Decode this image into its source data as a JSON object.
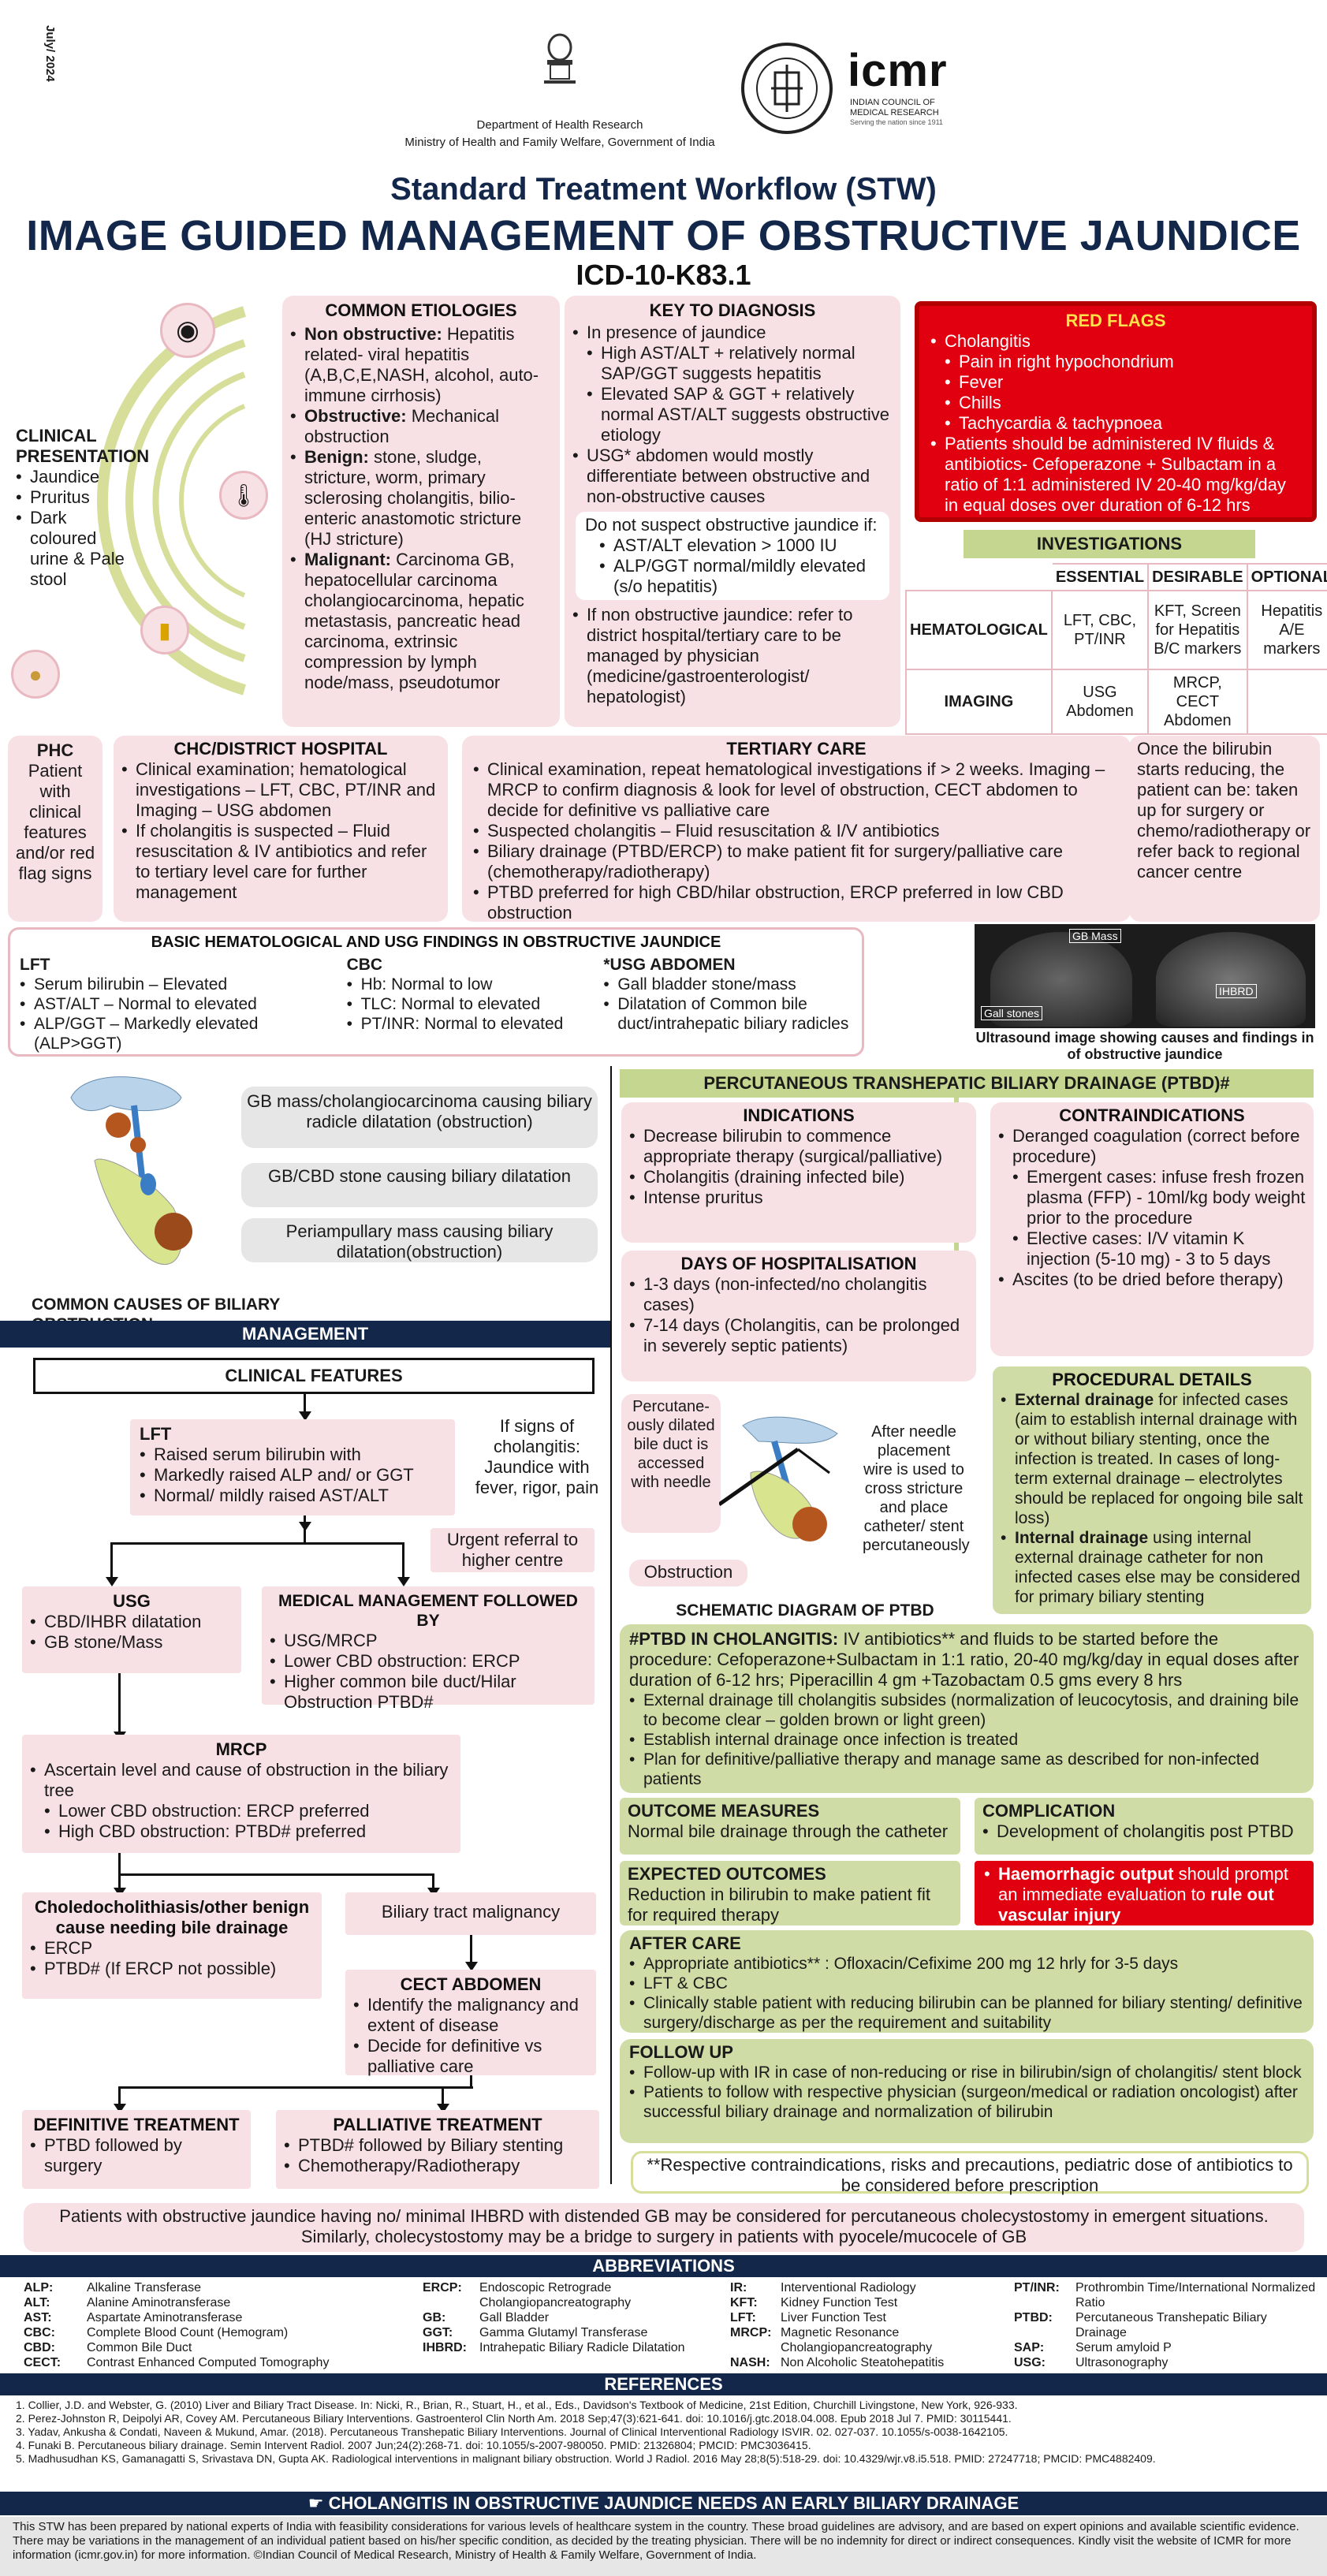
{
  "header": {
    "date": "July/ 2024",
    "dept_line1": "Department of Health Research",
    "dept_line2": "Ministry of Health and Family Welfare, Government of India",
    "icmr_logo": "icmr",
    "icmr_sub1": "INDIAN COUNCIL OF",
    "icmr_sub2": "MEDICAL RESEARCH",
    "icmr_sub3": "Serving the nation since 1911",
    "stw": "Standard Treatment Workflow (STW)",
    "title": "IMAGE GUIDED MANAGEMENT OF OBSTRUCTIVE JAUNDICE",
    "icd": "ICD-10-K83.1"
  },
  "clinical": {
    "title1": "CLINICAL",
    "title2": "PRESENTATION",
    "items": [
      "Jaundice",
      "Pruritus",
      "Dark coloured urine & Pale stool"
    ]
  },
  "etiologies": {
    "title": "COMMON ETIOLOGIES",
    "items": [
      {
        "b": "Non obstructive:",
        "t": " Hepatitis related- viral hepatitis (A,B,C,E,NASH, alcohol, auto-immune cirrhosis)"
      },
      {
        "b": "Obstructive:",
        "t": " Mechanical obstruction"
      },
      {
        "b": "Benign:",
        "t": " stone, sludge, stricture, worm, primary sclerosing cholangitis, bilio-enteric anastomotic stricture (HJ stricture)"
      },
      {
        "b": "Malignant:",
        "t": " Carcinoma GB, hepatocellular carcinoma cholangiocarcinoma, hepatic metastasis, pancreatic head carcinoma, extrinsic compression by lymph node/mass, pseudotumor"
      }
    ]
  },
  "diagnosis": {
    "title": "KEY TO DIAGNOSIS",
    "l1": "In presence of jaundice",
    "s1": "High AST/ALT + relatively normal SAP/GGT suggests hepatitis",
    "s2": "Elevated SAP & GGT + relatively normal AST/ALT suggests obstructive etiology",
    "l2": "USG* abdomen would mostly differentiate between obstructive and non-obstructive causes",
    "box_title": "Do not suspect obstructive jaundice if:",
    "box1": "AST/ALT elevation > 1000 IU",
    "box2": "ALP/GGT normal/mildly elevated (s/o hepatitis)",
    "l3": "If non obstructive jaundice: refer to district hospital/tertiary care to be managed by physician (medicine/gastroenterologist/ hepatologist)"
  },
  "redflags": {
    "title": "RED FLAGS",
    "l1": "Cholangitis",
    "subs": [
      "Pain in right hypochondrium",
      "Fever",
      "Chills",
      "Tachycardia & tachypnoea"
    ],
    "l2": "Patients should be administered IV fluids & antibiotics- Cefoperazone + Sulbactam in a ratio of 1:1 administered IV 20-40 mg/kg/day in equal doses over duration of 6-12 hrs"
  },
  "investigations": {
    "title": "INVESTIGATIONS",
    "cols": [
      "ESSENTIAL",
      "DESIRABLE",
      "OPTIONAL"
    ],
    "rows": [
      {
        "label": "HEMATOLOGICAL",
        "c": [
          "LFT, CBC, PT/INR",
          "KFT, Screen for Hepatitis B/C markers",
          "Hepatitis A/E markers"
        ]
      },
      {
        "label": "IMAGING",
        "c": [
          "USG Abdomen",
          "MRCP, CECT Abdomen",
          ""
        ]
      }
    ]
  },
  "phc": {
    "title": "PHC",
    "text": "Patient with clinical features and/or red flag signs"
  },
  "chc": {
    "title": "CHC/DISTRICT HOSPITAL",
    "items": [
      "Clinical examination; hematological investigations – LFT, CBC, PT/INR and Imaging – USG abdomen",
      "If cholangitis is suspected – Fluid resuscitation & IV antibiotics and refer to tertiary level care for further management"
    ]
  },
  "tertiary": {
    "title": "TERTIARY CARE",
    "items": [
      "Clinical examination, repeat hematological investigations if  > 2 weeks.  Imaging – MRCP to confirm diagnosis & look for level of obstruction, CECT abdomen to decide for definitive vs palliative care",
      " Suspected cholangitis – Fluid resuscitation & I/V antibiotics",
      "Biliary drainage (PTBD/ERCP) to make patient fit for surgery/palliative care (chemotherapy/radiotherapy)",
      "PTBD preferred for high CBD/hilar obstruction, ERCP preferred in low CBD obstruction"
    ]
  },
  "bilirubin_box": "Once the bilirubin starts reducing, the patient can be: taken up for surgery or chemo/radiotherapy or refer back to regional cancer centre",
  "basic": {
    "title": "BASIC HEMATOLOGICAL AND USG FINDINGS IN OBSTRUCTIVE JAUNDICE",
    "lft_t": "LFT",
    "lft": [
      "Serum bilirubin – Elevated",
      "AST/ALT – Normal to elevated",
      "ALP/GGT – Markedly elevated (ALP>GGT)"
    ],
    "cbc_t": "CBC",
    "cbc": [
      "Hb: Normal to low",
      "TLC: Normal to elevated",
      "PT/INR: Normal to elevated"
    ],
    "usg_t": "*USG ABDOMEN",
    "usg": [
      "Gall bladder stone/mass",
      "Dilatation of Common bile duct/intrahepatic biliary radicles"
    ]
  },
  "us_image": {
    "gb": "GB Mass",
    "stones": "Gall stones",
    "ihbrd": "IHBRD",
    "caption": "Ultrasound image showing causes and findings in of obstructive jaundice"
  },
  "causes": {
    "c1": "GB mass/cholangiocarcinoma causing biliary radicle dilatation (obstruction)",
    "c2": "GB/CBD stone causing biliary dilatation",
    "c3": "Periampullary mass causing biliary dilatation(obstruction)",
    "title": "COMMON CAUSES OF BILIARY OBSTRUCTION"
  },
  "management": {
    "title": "MANAGEMENT",
    "cf": "CLINICAL FEATURES",
    "lft_t": "LFT",
    "lft": [
      "Raised serum bilirubin with",
      "Markedly raised ALP and/ or GGT",
      "Normal/ mildly raised AST/ALT"
    ],
    "signs": "If signs of cholangitis: Jaundice with fever, rigor, pain",
    "urgent": "Urgent referral to higher centre",
    "usg_t": "USG",
    "usg": [
      "CBD/IHBR dilatation",
      "GB stone/Mass"
    ],
    "med_t": "MEDICAL MANAGEMENT FOLLOWED BY",
    "med": [
      "USG/MRCP",
      "Lower CBD obstruction: ERCP",
      "Higher common bile duct/Hilar Obstruction PTBD#"
    ],
    "mrcp_t": "MRCP",
    "mrcp": "Ascertain level and cause of obstruction in the biliary tree",
    "mrcp_s": [
      "Lower CBD obstruction: ERCP preferred",
      "High CBD obstruction: PTBD# preferred"
    ],
    "chole_t": "Choledocholithiasis/other benign cause needing bile drainage",
    "chole": [
      "ERCP",
      "PTBD# (If ERCP not possible)"
    ],
    "malig": "Biliary tract malignancy",
    "cect_t": "CECT ABDOMEN",
    "cect": [
      "Identify the malignancy and extent of disease",
      "Decide for definitive vs palliative care"
    ],
    "def_t": "DEFINITIVE TREATMENT",
    "def": [
      "PTBD followed by surgery"
    ],
    "pal_t": "PALLIATIVE TREATMENT",
    "pal": [
      "PTBD# followed by Biliary stenting",
      "Chemotherapy/Radiotherapy"
    ]
  },
  "ptbd": {
    "title": "PERCUTANEOUS TRANSHEPATIC BILIARY DRAINAGE (PTBD)#",
    "ind_t": "INDICATIONS",
    "ind": [
      "Decrease bilirubin to commence appropriate therapy (surgical/palliative)",
      "Cholangitis (draining infected bile)",
      "Intense pruritus"
    ],
    "days_t": "DAYS OF HOSPITALISATION",
    "days": [
      "1-3 days (non-infected/no cholangitis cases)",
      "7-14 days (Cholangitis, can be prolonged in severely septic patients)"
    ],
    "contra_t": "CONTRAINDICATIONS",
    "contra1": "Deranged coagulation (correct before procedure)",
    "contra_s": [
      "Emergent cases: infuse fresh frozen plasma (FFP) - 10ml/kg body weight prior to the procedure",
      "Elective cases: I/V vitamin K injection (5-10 mg) - 3 to 5 days"
    ],
    "contra2": "Ascites (to be dried before therapy)",
    "schem_l": "Percutane-ously dilated bile duct is accessed with needle",
    "schem_r": "After needle placement wire is used to cross stricture and place catheter/ stent percutaneously",
    "schem_obs": "Obstruction",
    "schem_t": "SCHEMATIC DIAGRAM OF PTBD",
    "proc_t": "PROCEDURAL DETAILS",
    "proc1b": "External drainage",
    "proc1": " for infected cases (aim to establish internal drainage with or without biliary stenting, once the infection is treated. In cases of long-term external drainage – electrolytes should be replaced for ongoing bile salt loss)",
    "proc2b": "Internal drainage",
    "proc2": " using internal external drainage catheter for non infected cases else may be considered for primary biliary stenting"
  },
  "cholangitis": {
    "b": "#PTBD IN CHOLANGITIS:",
    "t": " IV antibiotics** and fluids to be started before the procedure: Cefoperazone+Sulbactam in 1:1 ratio, 20-40 mg/kg/day in equal doses after duration of 6-12 hrs; Piperacillin 4 gm +Tazobactam 0.5 gms every 8 hrs",
    "items": [
      "External drainage till cholangitis subsides (normalization of leucocytosis, and draining bile to become clear – golden brown or light green)",
      "Establish internal drainage once infection is treated",
      "Plan for definitive/palliative therapy and manage same as described for non-infected patients"
    ]
  },
  "outcome": {
    "t": "OUTCOME MEASURES",
    "d": "Normal bile drainage through the catheter"
  },
  "complication": {
    "t": "COMPLICATION",
    "d": "Development of cholangitis post PTBD",
    "red1": "Haemorrhagic output",
    "red2": " should prompt an immediate evaluation to ",
    "red3": "rule out vascular injury"
  },
  "expected": {
    "t": "EXPECTED OUTCOMES",
    "d": "Reduction in bilirubin to make patient fit for required therapy"
  },
  "aftercare": {
    "t": "AFTER CARE",
    "items": [
      "Appropriate antibiotics** : Ofloxacin/Cefixime 200 mg 12 hrly for 3-5 days",
      "LFT & CBC",
      "Clinically stable patient  with reducing bilirubin can be planned for biliary stenting/ definitive surgery/discharge as per the requirement and suitability"
    ]
  },
  "followup": {
    "t": "FOLLOW UP",
    "items": [
      "Follow-up with IR in case of non-reducing or rise in bilirubin/sign of cholangitis/ stent block",
      "Patients to follow with respective physician (surgeon/medical or radiation oncologist) after successful biliary drainage and normalization of bilirubin"
    ]
  },
  "respective": "**Respective contraindications, risks and precautions, pediatric dose of antibiotics to be considered before prescription",
  "bottom_note": "Patients with obstructive jaundice having no/ minimal IHBRD with distended GB may be considered for percutaneous cholecystostomy in emergent situations. Similarly, cholecystostomy may be a bridge to surgery in patients with pyocele/mucocele of GB",
  "abbr": {
    "title": "ABBREVIATIONS",
    "c1": [
      [
        "ALP:",
        "Alkaline Transferase"
      ],
      [
        "ALT:",
        "Alanine Aminotransferase"
      ],
      [
        "AST:",
        "Aspartate Aminotransferase"
      ],
      [
        "CBC:",
        "Complete Blood Count (Hemogram)"
      ],
      [
        "CBD:",
        "Common Bile Duct"
      ],
      [
        "CECT:",
        "Contrast Enhanced Computed    Tomography"
      ]
    ],
    "c2": [
      [
        "ERCP:",
        "Endoscopic Retrograde Cholangiopancreatography"
      ],
      [
        "GB:",
        "Gall Bladder"
      ],
      [
        "GGT:",
        "Gamma Glutamyl Transferase"
      ],
      [
        "IHBRD:",
        "Intrahepatic Biliary Radicle Dilatation"
      ]
    ],
    "c3": [
      [
        "IR:",
        "Interventional Radiology"
      ],
      [
        "KFT:",
        "Kidney Function Test"
      ],
      [
        "LFT:",
        "Liver Function Test"
      ],
      [
        "MRCP:",
        "Magnetic Resonance Cholangiopancreatography"
      ],
      [
        "NASH:",
        "Non Alcoholic Steatohepatitis"
      ]
    ],
    "c4": [
      [
        "PT/INR:",
        "Prothrombin Time/International Normalized Ratio"
      ],
      [
        "PTBD:",
        "Percutaneous Transhepatic Biliary Drainage"
      ],
      [
        "SAP:",
        "Serum amyloid P"
      ],
      [
        "USG:",
        "Ultrasonography"
      ]
    ]
  },
  "refs": {
    "title": "REFERENCES",
    "items": [
      "1. Collier, J.D. and Webster, G. (2010) Liver and Biliary Tract Disease. In: Nicki, R., Brian, R., Stuart, H., et al., Eds., Davidson's Textbook of Medicine, 21st Edition, Churchill Livingstone, New York, 926-933.",
      "2. Perez-Johnston R, Deipolyi AR, Covey AM. Percutaneous Biliary Interventions. Gastroenterol Clin North Am. 2018 Sep;47(3):621-641. doi: 10.1016/j.gtc.2018.04.008. Epub 2018 Jul 7. PMID: 30115441.",
      "3. Yadav, Ankusha & Condati, Naveen & Mukund, Amar. (2018). Percutaneous Transhepatic Biliary Interventions. Journal of Clinical Interventional Radiology ISVIR. 02. 027-037. 10.1055/s-0038-1642105.",
      "4. Funaki B. Percutaneous biliary drainage. Semin Intervent Radiol. 2007 Jun;24(2):268-71. doi: 10.1055/s-2007-980050. PMID: 21326804; PMCID: PMC3036415.",
      "5. Madhusudhan KS, Gamanagatti S, Srivastava DN, Gupta AK. Radiological interventions in malignant biliary obstruction. World J Radiol. 2016 May 28;8(5):518-29. doi: 10.4329/wjr.v8.i5.518. PMID: 27247718; PMCID: PMC4882409."
    ]
  },
  "banner": "CHOLANGITIS IN OBSTRUCTIVE JAUNDICE NEEDS AN EARLY BILIARY DRAINAGE",
  "disclaimer": "This STW has been prepared by national experts of India with feasibility considerations for various levels of healthcare system in the country. These broad guidelines are advisory, and are based on expert opinions and available scientific evidence. There may be variations in the management of an individual patient based on his/her specific condition, as decided by the treating physician. There will be no indemnity for direct or indirect consequences. Kindly visit the website of ICMR for more information (icmr.gov.in) for more information. ©Indian Council of Medical Research, Ministry of Health & Family Welfare, Government of India."
}
